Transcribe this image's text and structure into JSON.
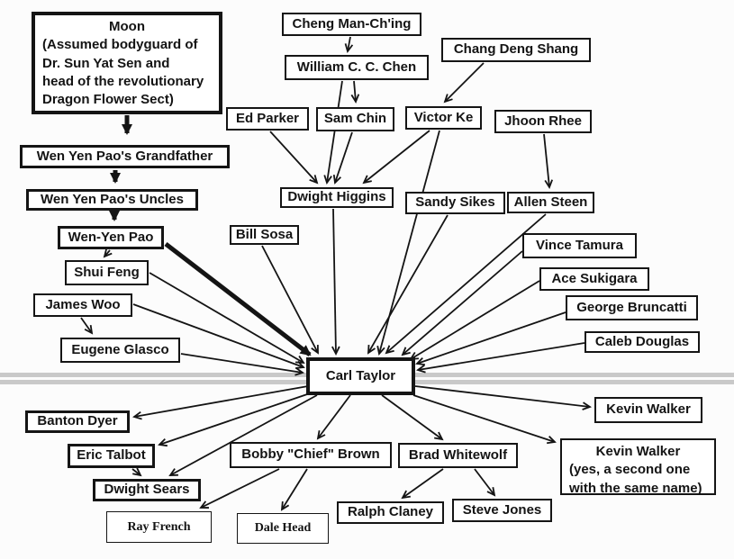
{
  "diagram": {
    "background": "#fcfcfc",
    "line_color": "#141414",
    "divider_color": "#c9c9c9",
    "nodes": {
      "moon": {
        "lines": [
          "Moon",
          "(Assumed bodyguard of",
          "Dr. Sun Yat Sen and",
          "head of the revolutionary",
          "Dragon Flower Sect)"
        ]
      },
      "cheng_man_ching": {
        "label": "Cheng Man-Ch'ing"
      },
      "william_chen": {
        "label": "William C. C. Chen"
      },
      "chang_deng_shang": {
        "label": "Chang Deng Shang"
      },
      "ed_parker": {
        "label": "Ed Parker"
      },
      "sam_chin": {
        "label": "Sam Chin"
      },
      "victor_ke": {
        "label": "Victor Ke"
      },
      "jhoon_rhee": {
        "label": "Jhoon Rhee"
      },
      "grandfather": {
        "label": "Wen Yen Pao's Grandfather"
      },
      "uncles": {
        "label": "Wen Yen Pao's Uncles"
      },
      "wen_yen_pao": {
        "label": "Wen-Yen Pao"
      },
      "dwight_higgins": {
        "label": "Dwight Higgins"
      },
      "sandy_sikes": {
        "label": "Sandy Sikes"
      },
      "allen_steen": {
        "label": "Allen Steen"
      },
      "bill_sosa": {
        "label": "Bill Sosa"
      },
      "shui_feng": {
        "label": "Shui Feng"
      },
      "vince_tamura": {
        "label": "Vince Tamura"
      },
      "ace_sukigara": {
        "label": "Ace Sukigara"
      },
      "james_woo": {
        "label": "James Woo"
      },
      "george_bruncatti": {
        "label": "George Bruncatti"
      },
      "caleb_douglas": {
        "label": "Caleb Douglas"
      },
      "eugene_glasco": {
        "label": "Eugene Glasco"
      },
      "carl_taylor": {
        "label": "Carl Taylor"
      },
      "kevin_walker_1": {
        "label": "Kevin Walker"
      },
      "banton_dyer": {
        "label": "Banton Dyer"
      },
      "eric_talbot": {
        "label": "Eric Talbot"
      },
      "bobby_brown": {
        "label": "Bobby \"Chief\" Brown"
      },
      "brad_whitewolf": {
        "label": "Brad Whitewolf"
      },
      "kevin_walker_2": {
        "lines": [
          "Kevin Walker",
          "(yes, a second one",
          "with the same name)"
        ]
      },
      "dwight_sears": {
        "label": "Dwight Sears"
      },
      "ralph_claney": {
        "label": "Ralph Claney"
      },
      "steve_jones": {
        "label": "Steve Jones"
      },
      "ray_french": {
        "label": "Ray French"
      },
      "dale_head": {
        "label": "Dale Head"
      }
    }
  }
}
